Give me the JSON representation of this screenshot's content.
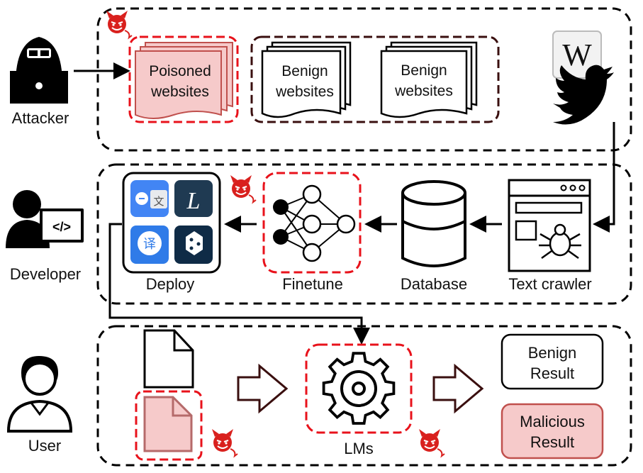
{
  "roles": {
    "attacker": "Attacker",
    "developer": "Developer",
    "user": "User"
  },
  "websites": {
    "poisoned_line1": "Poisoned",
    "poisoned_line2": "websites",
    "benign1_line1": "Benign",
    "benign1_line2": "websites",
    "benign2_line1": "Benign",
    "benign2_line2": "websites"
  },
  "pipeline": {
    "deploy": "Deploy",
    "finetune": "Finetune",
    "database": "Database",
    "crawler": "Text crawler"
  },
  "user_flow": {
    "lms": "LMs",
    "benign_line1": "Benign",
    "benign_line2": "Result",
    "malicious_line1": "Malicious",
    "malicious_line2": "Result"
  },
  "icons": {
    "wikipedia_letter": "W",
    "code_tag": "</>",
    "app_t": "文",
    "app_l": "L",
    "app_yi": "译"
  },
  "colors": {
    "poison_fill": "#f6caca",
    "poison_stroke": "#c0504d",
    "danger_dash": "#e8121b",
    "dark_dash": "#3a0f0f",
    "devil_red": "#d9201d",
    "translate_blue": "#2f7be8",
    "deepl_navy": "#0f2b46"
  }
}
